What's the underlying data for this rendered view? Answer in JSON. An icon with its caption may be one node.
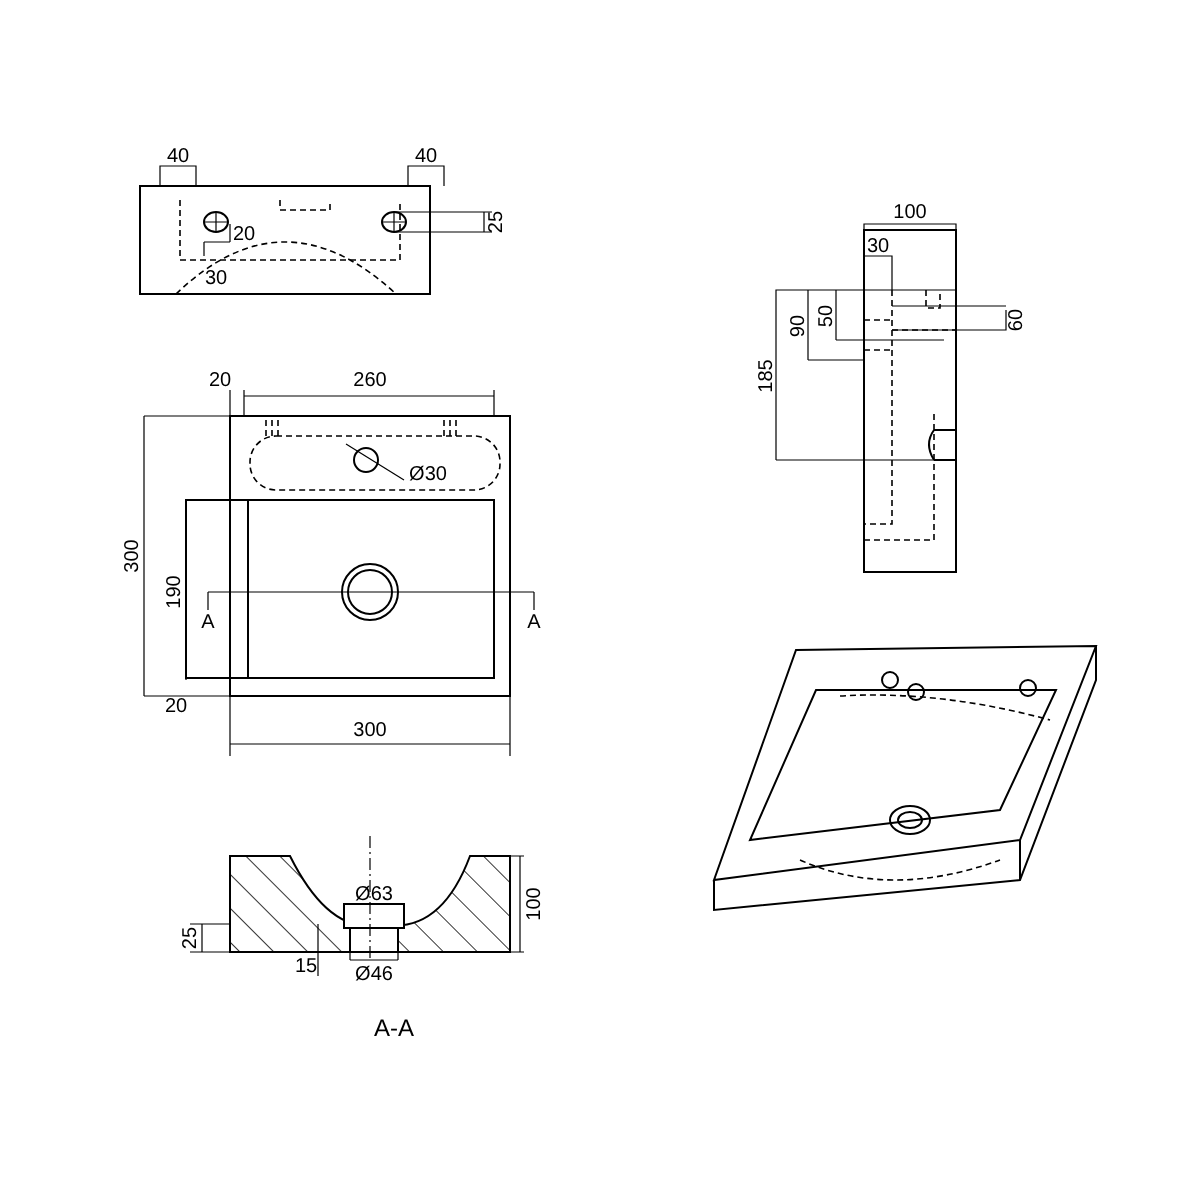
{
  "diagram": {
    "labels": [
      "40",
      "40",
      "25",
      "20",
      "30",
      "100",
      "30",
      "50",
      "90",
      "60",
      "185",
      "20",
      "260",
      "Ø30",
      "300",
      "190",
      "A",
      "A",
      "20",
      "300",
      "Ø63",
      "100",
      "25",
      "15",
      "Ø46",
      "A-A"
    ]
  }
}
